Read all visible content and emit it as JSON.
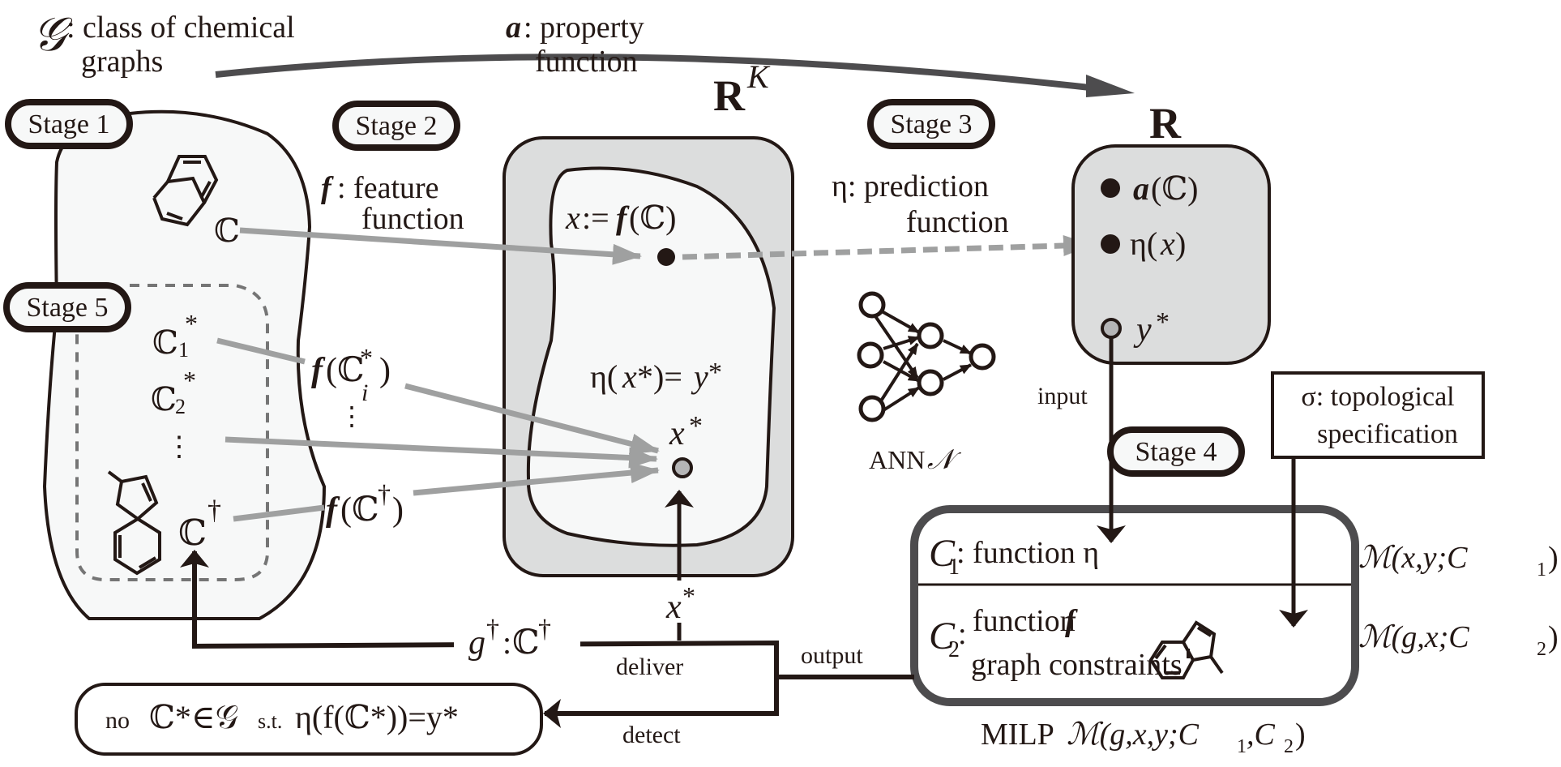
{
  "title_labels": {
    "class_symbol": "𝒢",
    "class_text_1": ": class of chemical",
    "class_text_2": "graphs",
    "property_symbol": "a",
    "property_text_1": ": property",
    "property_text_2": "function"
  },
  "stages": {
    "stage1": "Stage 1",
    "stage2": "Stage 2",
    "stage3": "Stage 3",
    "stage4": "Stage 4",
    "stage5": "Stage 5"
  },
  "stage1_region": {
    "graph_label": "ℂ",
    "inferred_1": "ℂ",
    "inferred_1_sub": "1",
    "inferred_1_sup": "*",
    "inferred_2": "ℂ",
    "inferred_2_sub": "2",
    "inferred_2_sup": "*",
    "vdots": "⋮",
    "dagger_label": "ℂ",
    "dagger_sup": "†"
  },
  "stage2_labels": {
    "f_symbol": "f",
    "f_text_1": ": feature",
    "f_text_2": "function",
    "f_Ci_prefix": "f",
    "f_Ci_open": "(ℂ",
    "f_Ci_sup": "*",
    "f_Ci_sub": "i",
    "f_Ci_close": ")",
    "f_dagger_prefix": "f",
    "f_dagger_open": "(ℂ",
    "f_dagger_sup": "†",
    "f_dagger_close": ")",
    "vdots": "⋮"
  },
  "feature_space": {
    "title": "R",
    "title_sup": "K",
    "x_def_x": "x",
    "x_def_mid": ":=",
    "x_def_f": "f",
    "x_def_arg": "(ℂ)",
    "eta_eq_1": "η(",
    "eta_eq_x": "x",
    "eta_eq_2": "*)=",
    "eta_eq_y": "y",
    "eta_eq_3": "*",
    "x_star": "x",
    "x_star_sup": "*"
  },
  "stage3_labels": {
    "eta_text_1": "η: prediction",
    "eta_text_2": "function",
    "ann_label": "ANN",
    "ann_symbol": "𝒩"
  },
  "target_space": {
    "title": "R",
    "item_a_prefix": "a",
    "item_a_arg": "(ℂ)",
    "item_eta": "η(",
    "item_eta_x": "x",
    "item_eta_close": ")",
    "item_y": "y",
    "item_y_sup": "*"
  },
  "flow_labels": {
    "input": "input",
    "output": "output",
    "deliver": "deliver",
    "detect": "detect",
    "g_dagger": "g",
    "g_dagger_sup": "†",
    "g_dagger_sep": ":",
    "C_dagger": "ℂ",
    "C_dagger_sup": "†",
    "x_star": "x",
    "x_star_sup": "*"
  },
  "sigma_box": {
    "line1": "σ: topological",
    "line2": "specification"
  },
  "milp_box": {
    "c1_symbol": "C",
    "c1_sub": "1",
    "c1_text": ":  function  η",
    "c2_symbol": "C",
    "c2_sub": "2",
    "c2_colon": ":",
    "c2_line1": "function",
    "c2_line1_f": "f",
    "c2_line2": "graph constraints",
    "m1": "ℳ(x,y;C",
    "m1_sub": "1",
    "m1_close": ")",
    "m2": "ℳ(g,x;C",
    "m2_sub": "2",
    "m2_close": ")",
    "caption_1": "MILP ",
    "caption_2": "ℳ(g,x,y;C",
    "caption_sub1": "1",
    "caption_mid": ",C",
    "caption_sub2": "2",
    "caption_close": ")"
  },
  "no_solution_box": {
    "no": "no",
    "expr": "ℂ*∈𝒢",
    "st": "s.t.",
    "eq": "η(f(ℂ*))=y*"
  },
  "colors": {
    "ink": "#231815",
    "light_fill": "#f7f8f8",
    "gray_fill": "#dcdddd",
    "arrow_gray": "#9fa0a0",
    "dark_gray": "#4d4c4e",
    "point_gray": "#b5b5b6"
  }
}
